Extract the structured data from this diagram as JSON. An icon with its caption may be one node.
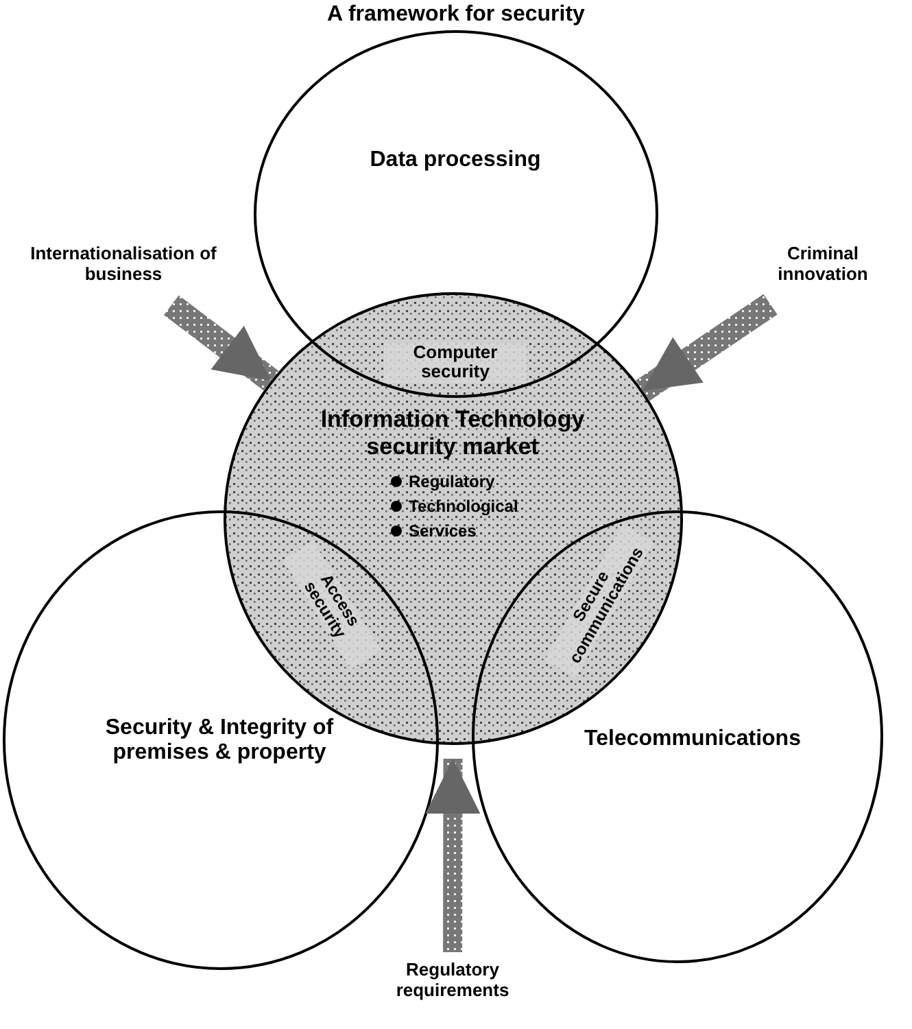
{
  "diagram": {
    "title": "A framework for security",
    "nodes": [
      {
        "text": [
          "Data processing"
        ]
      },
      {
        "text": [
          "Information Technology security market",
          "Regulatory",
          "Technological",
          "Services"
        ]
      },
      {
        "text": [
          "Security & Integrity of premises & property"
        ]
      },
      {
        "text": [
          "Telecommunications"
        ]
      },
      {
        "text": [
          "Internationalisation of business"
        ]
      },
      {
        "text": [
          "Criminal innovation"
        ]
      },
      {
        "text": [
          "Regulatory requirements"
        ]
      }
    ],
    "edges": [
      {
        "from": 4,
        "to": 1,
        "arrow": "to",
        "style": "thick"
      },
      {
        "from": 5,
        "to": 1,
        "arrow": "to",
        "style": "thick"
      },
      {
        "from": 6,
        "to": 1,
        "arrow": "to",
        "style": "thick"
      }
    ],
    "labels": [
      "Computer security",
      "Access security",
      "Secure communications"
    ]
  }
}
